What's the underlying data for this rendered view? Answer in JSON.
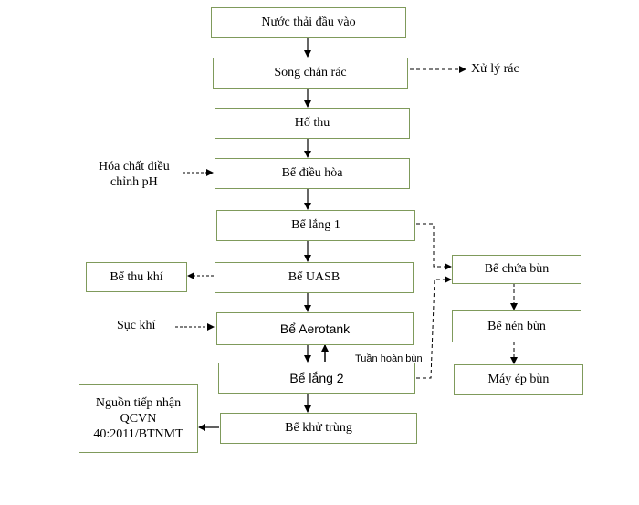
{
  "main_chain": [
    "Nước thải đầu vào",
    "Song chắn rác",
    "Hố thu",
    "Bể điều hòa",
    "Bể lắng 1",
    "Bể UASB",
    "Bể Aerotank",
    "Bể lắng 2",
    "Bể khử trùng"
  ],
  "sludge_chain": [
    "Bể chứa bùn",
    "Bể nén bùn",
    "Máy ép bùn"
  ],
  "side": {
    "trash": "Xử lý rác",
    "chemicals": [
      "Hóa chất điều",
      "chỉnh pH"
    ],
    "gas_tank": "Bể thu khí",
    "aeration": "Sục khí",
    "recirculation": "Tuần hoàn bùn",
    "receiver": [
      "Nguồn tiếp nhận",
      "QCVN",
      "40:2011/BTNMT"
    ]
  }
}
